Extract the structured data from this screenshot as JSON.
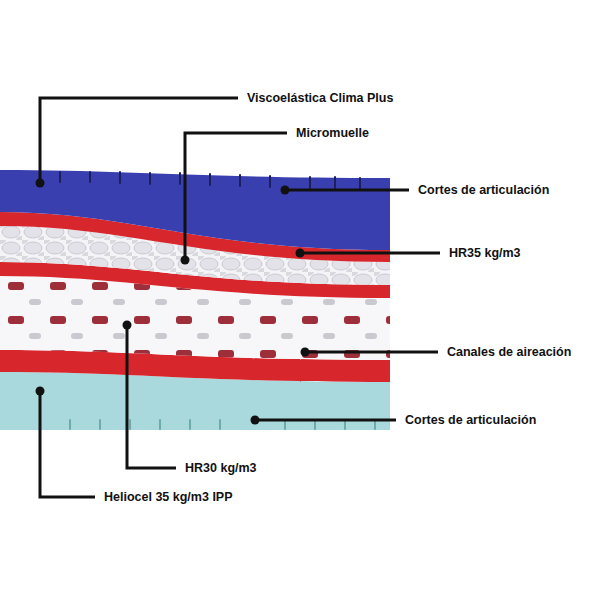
{
  "diagram": {
    "labels": [
      "Viscoelástica Clima Plus",
      "Micromuelle",
      "Cortes de articulación",
      "HR35 kg/m3",
      "Canales de aireación",
      "Cortes de articulación",
      "HR30 kg/m3",
      "Heliocel 35 kg/m3 IPP"
    ]
  }
}
